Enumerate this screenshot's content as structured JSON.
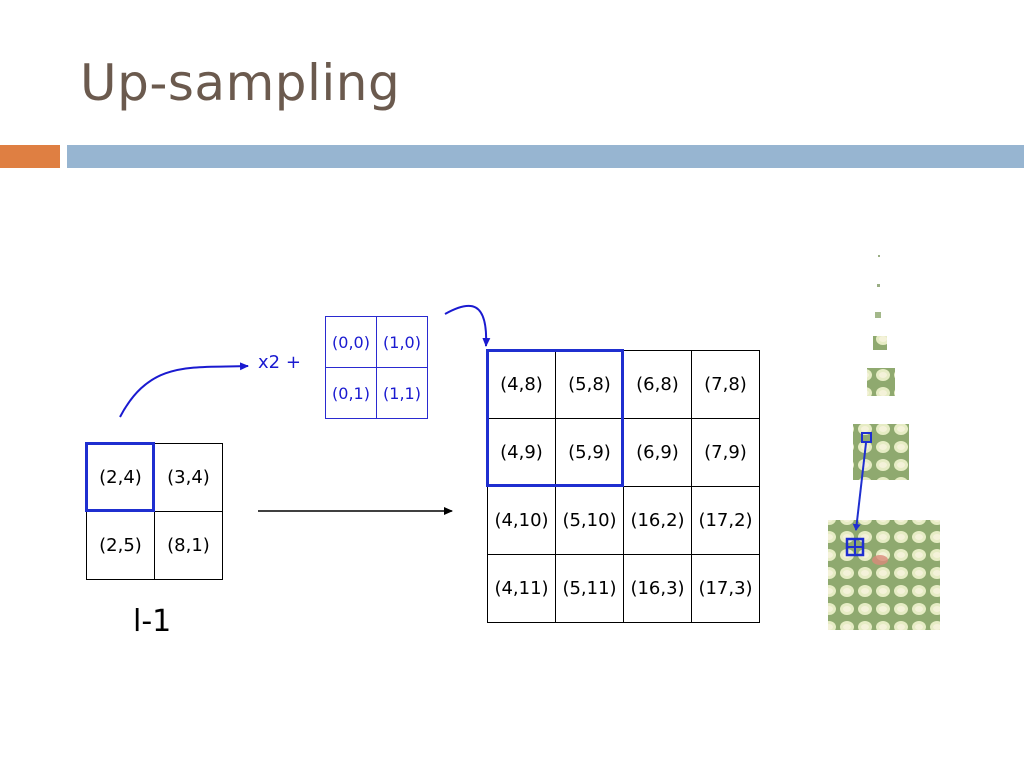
{
  "slide": {
    "title": "Up-sampling",
    "accent_orange": "#df7f42",
    "accent_blue": "#97b5d1"
  },
  "source_grid": {
    "label": "l-1",
    "rows": [
      [
        "(2,4)",
        "(3,4)"
      ],
      [
        "(2,5)",
        "(8,1)"
      ]
    ]
  },
  "offset_grid": {
    "prefix": "x2 +",
    "rows": [
      [
        "(0,0)",
        "(1,0)"
      ],
      [
        "(0,1)",
        "(1,1)"
      ]
    ]
  },
  "result_grid": {
    "rows": [
      [
        "(4,8)",
        "(5,8)",
        "(6,8)",
        "(7,8)"
      ],
      [
        "(4,9)",
        "(5,9)",
        "(6,9)",
        "(7,9)"
      ],
      [
        "(4,10)",
        "(5,10)",
        "(16,2)",
        "(17,2)"
      ],
      [
        "(4,11)",
        "(5,11)",
        "(16,3)",
        "(17,3)"
      ]
    ]
  },
  "colors": {
    "highlight": "#1f2fd0",
    "arrow": "#1a1ad0"
  }
}
